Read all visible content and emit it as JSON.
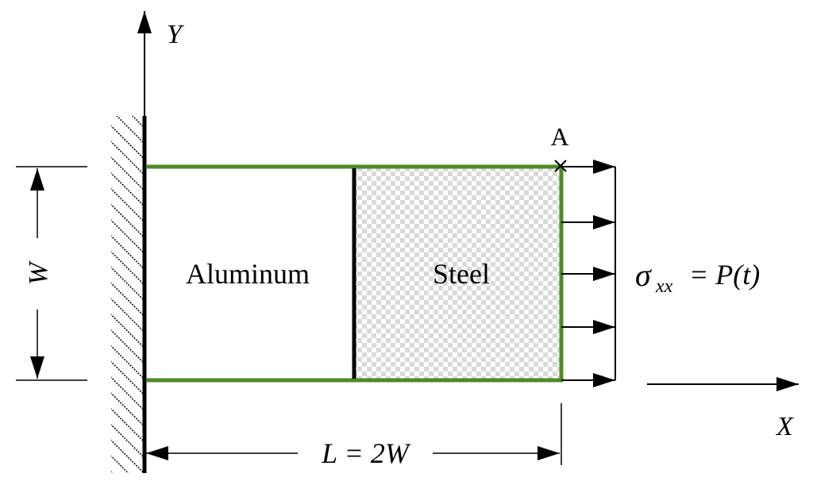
{
  "labels": {
    "y_axis": "Y",
    "x_axis": "X",
    "point": "A",
    "width": "W",
    "left_material": "Aluminum",
    "right_material": "Steel",
    "length": "L = 2W",
    "load_sigma": "σ",
    "load_sub": "xx",
    "load_rhs": "= P(t)"
  },
  "colors": {
    "boundary": "#4f8a26",
    "line": "#000000",
    "checker": "#d9d9d9"
  }
}
